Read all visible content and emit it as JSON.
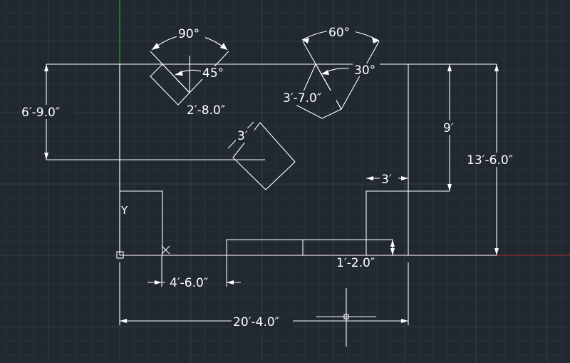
{
  "colors": {
    "background": "#212830",
    "grid_minor": "#2a323c",
    "grid_major": "#323c48",
    "geometry": "#ffffff",
    "axis_y": "#2e8b3e",
    "axis_x": "#8b2c2c"
  },
  "angles": {
    "left_outer": "90°",
    "left_inner": "45°",
    "right_outer": "60°",
    "right_inner": "30°"
  },
  "dimensions": {
    "left_height": "6′-9.0″",
    "hinge_left": "2′-8.0″",
    "hinge_right": "3′-7.0″",
    "mid_box": "3′",
    "right_inner_height": "9′",
    "right_total_height": "13′-6.0″",
    "notch_width": "3′",
    "bar_height": "1′-2.0″",
    "bottom_offset": "4′-6.0″",
    "overall_width": "20′-4.0″"
  },
  "ucs": {
    "x_label": "X",
    "y_label": "Y"
  }
}
